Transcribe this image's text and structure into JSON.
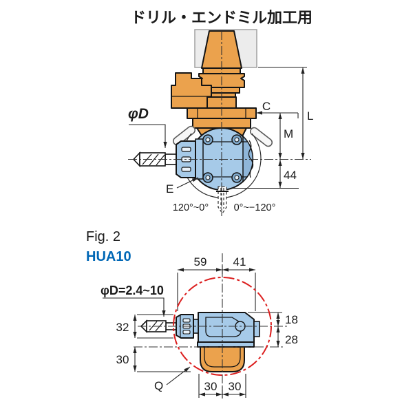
{
  "header": {
    "title": "ドリル・エンドミル加工用"
  },
  "fig1": {
    "dims": {
      "phi_d": "φD",
      "c": "C",
      "l": "L",
      "m": "M",
      "h44": "44",
      "e": "E",
      "angle_left": "120°~0°",
      "angle_right": "0°~−120°"
    }
  },
  "fig2": {
    "caption": "Fig. 2",
    "model": "HUA10",
    "dims": {
      "phi_range": "φD=2.4~10",
      "w59": "59",
      "w41": "41",
      "d32": "32",
      "h18": "18",
      "h28": "28",
      "h30": "30",
      "q": "Q",
      "b30l": "30",
      "b30r": "30"
    }
  },
  "colors": {
    "holder_orange": "#EBA24D",
    "head_blue": "#A6CAE8",
    "head_blue_dark": "#8FB6D9",
    "spindle_gray": "#ECECEC",
    "swivel_circle_red": "#DC1F1F",
    "model_text_blue": "#0067B5"
  }
}
